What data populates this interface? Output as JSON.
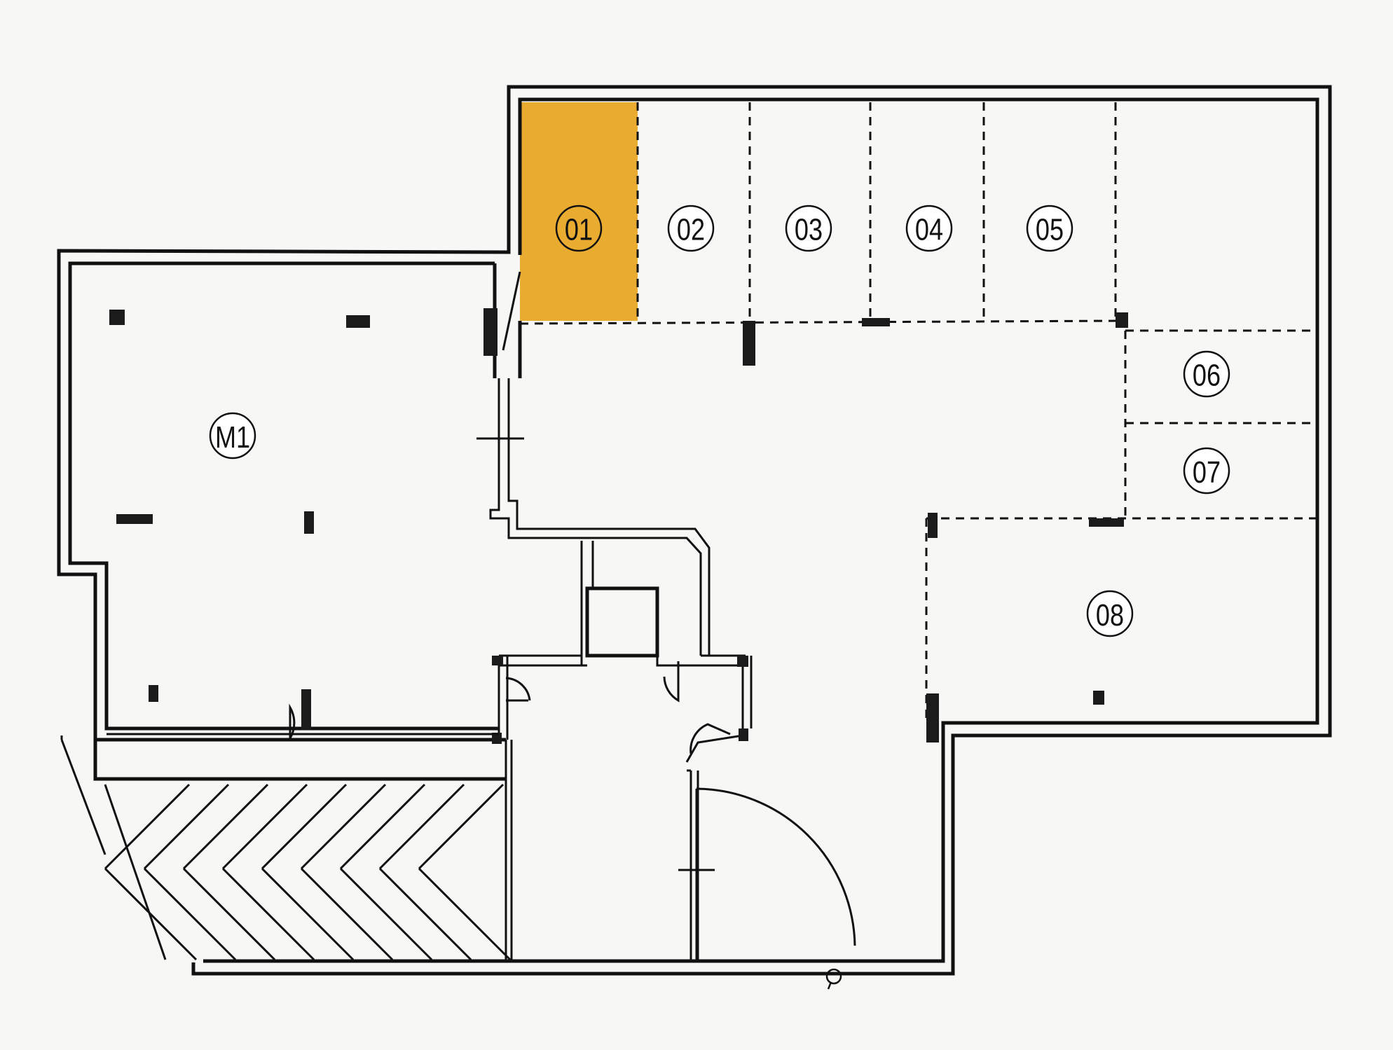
{
  "units": [
    {
      "id": "unit-01",
      "label": "01",
      "selected": true
    },
    {
      "id": "unit-02",
      "label": "02",
      "selected": false
    },
    {
      "id": "unit-03",
      "label": "03",
      "selected": false
    },
    {
      "id": "unit-04",
      "label": "04",
      "selected": false
    },
    {
      "id": "unit-05",
      "label": "05",
      "selected": false
    },
    {
      "id": "unit-06",
      "label": "06",
      "selected": false
    },
    {
      "id": "unit-07",
      "label": "07",
      "selected": false
    },
    {
      "id": "unit-08",
      "label": "08",
      "selected": false
    },
    {
      "id": "unit-m1",
      "label": "M1",
      "selected": false
    }
  ],
  "colors": {
    "selected_fill": "#E8A21C",
    "wall": "#111111",
    "background": "#F7F7F5"
  }
}
